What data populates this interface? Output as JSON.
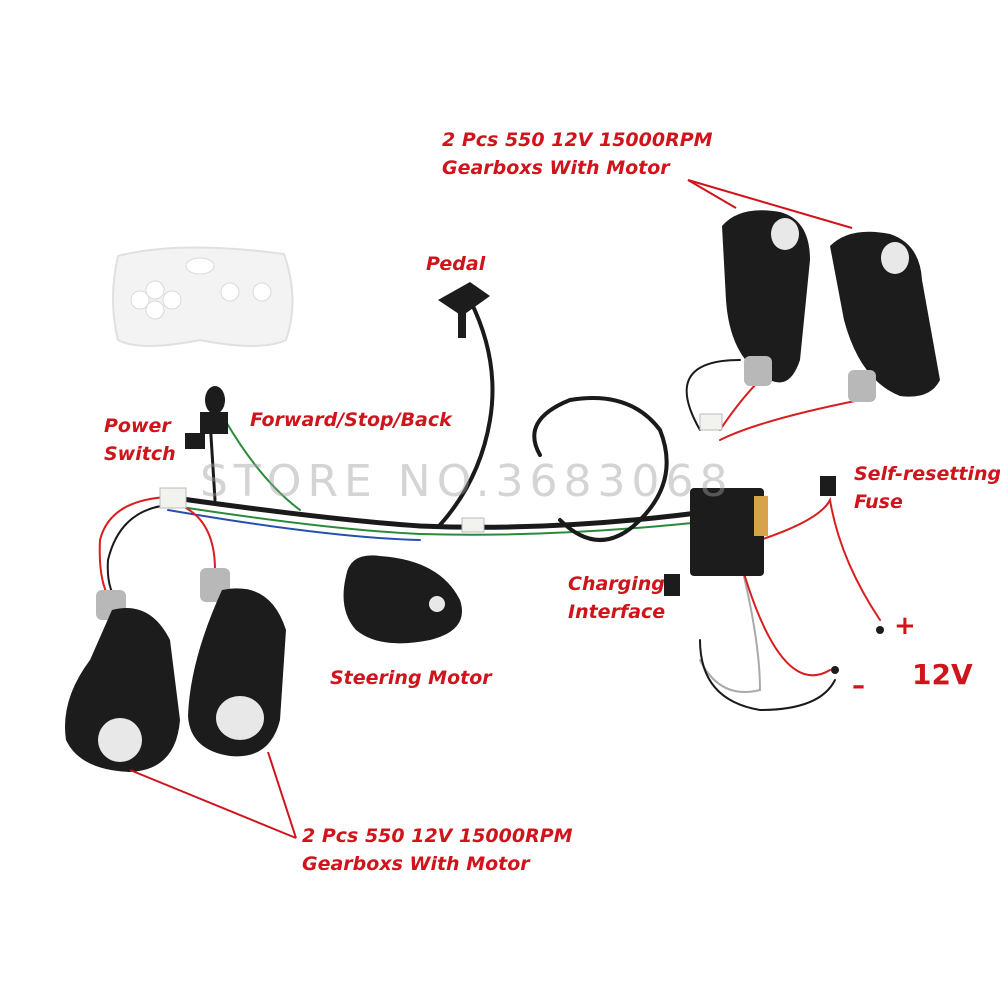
{
  "labels": {
    "top_motor_line1": "2 Pcs 550 12V 15000RPM",
    "top_motor_line2": "Gearboxs With Motor",
    "pedal": "Pedal",
    "power_switch_line1": "Power",
    "power_switch_line2": "Switch",
    "forward_stop_back": "Forward/Stop/Back",
    "self_resetting_line1": "Self-resetting",
    "self_resetting_line2": "Fuse",
    "charging_line1": "Charging",
    "charging_line2": "Interface",
    "steering_motor": "Steering Motor",
    "plus": "+",
    "minus": "–",
    "voltage": "12V",
    "bottom_motor_line1": "2 Pcs 550 12V 15000RPM",
    "bottom_motor_line2": "Gearboxs With Motor"
  },
  "watermark": "STORE NO.3683068",
  "colors": {
    "label_red": "#d0141c",
    "component_black": "#1c1c1c",
    "wire_red": "#d81e1e",
    "gear_white": "#e8e8e8"
  }
}
